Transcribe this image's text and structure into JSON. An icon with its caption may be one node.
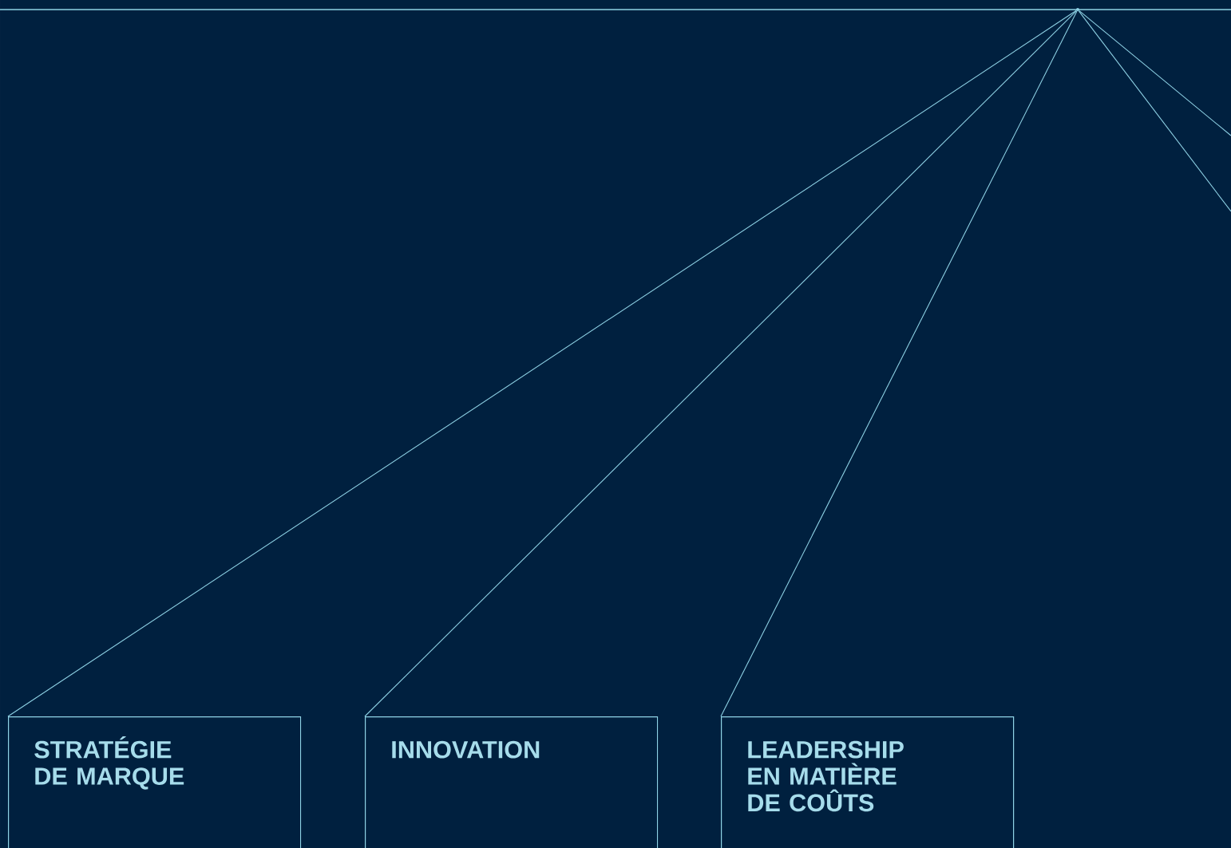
{
  "diagram": {
    "nodes": [
      {
        "text": [],
        "shape": "point"
      },
      {
        "text": [
          "STRATÉGIE DE MARQUE"
        ]
      },
      {
        "text": [
          "INNOVATION"
        ]
      },
      {
        "text": [
          "LEADERSHIP EN MATIÈRE DE COÛTS"
        ]
      }
    ],
    "edges": [
      {
        "from": 0,
        "to": 1,
        "arrow": "none"
      },
      {
        "from": 0,
        "to": 2,
        "arrow": "none"
      },
      {
        "from": 0,
        "to": 3,
        "arrow": "none"
      },
      {
        "from": 0,
        "to": null,
        "arrow": "none"
      },
      {
        "from": 0,
        "to": null,
        "arrow": "none"
      }
    ]
  }
}
